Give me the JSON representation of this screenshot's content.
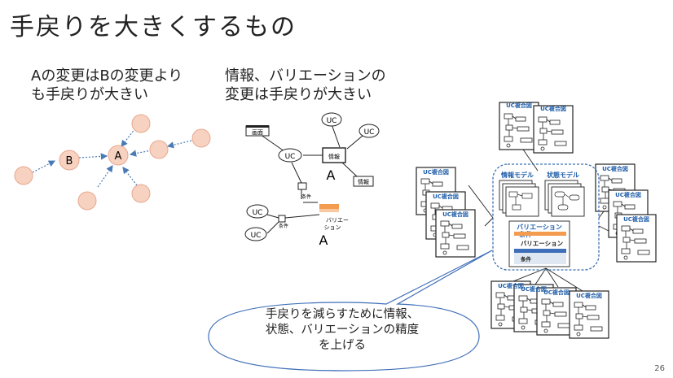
{
  "slide": {
    "title": "手戻りを大きくするもの",
    "page_number": "26"
  },
  "left_panel": {
    "heading_line1": "Aの変更はBの変更より",
    "heading_line2": "も手戻りが大きい",
    "node_a": "A",
    "node_b": "B"
  },
  "middle_panel": {
    "heading_line1": "情報、バリエーションの",
    "heading_line2": "変更は手戻りが大きい",
    "screen_label": "画面",
    "uc_label": "UC",
    "info_label": "情報",
    "a_label": "A",
    "condition_label": "条件",
    "variation_label_1": "バリエー",
    "variation_label_2": "ション"
  },
  "right_panel": {
    "uc_diagram_label": "UC複合図",
    "info_model_label": "情報モデル",
    "state_model_label": "状態モデル",
    "variation_condition_label_1": "バリエーション",
    "variation_condition_label_2": "条件",
    "variation_label": "バリエーション",
    "condition_label": "条件"
  },
  "callout": {
    "line1": "手戻りを減らすために情報、",
    "line2": "状態、バリエーションの精度",
    "line3": "を上げる"
  },
  "colors": {
    "node_fill": "#f8d2c0",
    "node_stroke": "#e6a88e",
    "arrow": "#4a7ab5",
    "uc_label": "#1f5da8",
    "dashed_box": "#3b6fb0",
    "orange": "#f39b4f",
    "blue_bar": "#3f6fb8",
    "callout_stroke": "#3f6fb8"
  }
}
